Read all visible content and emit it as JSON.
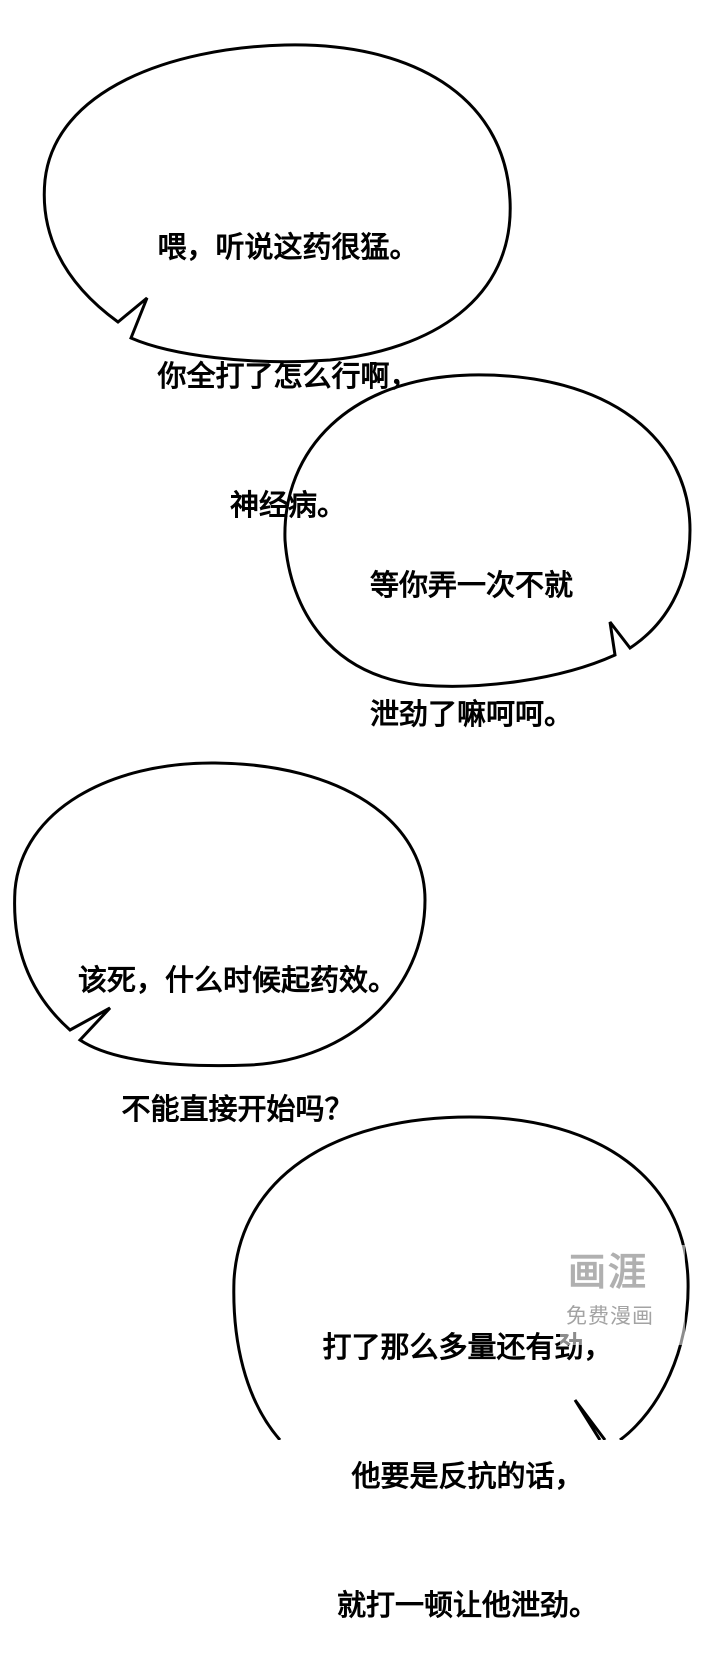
{
  "bubbles": [
    {
      "lines": [
        "喂，听说这药很猛。",
        "你全打了怎么行啊，",
        "神经病。"
      ]
    },
    {
      "lines": [
        "等你弄一次不就",
        "泄劲了嘛呵呵。"
      ]
    },
    {
      "lines": [
        "该死，什么时候起药效。",
        "不能直接开始吗？"
      ]
    },
    {
      "lines": [
        "打了那么多量还有劲，",
        "他要是反抗的话，",
        "就打一顿让他泄劲。"
      ]
    }
  ],
  "watermark": {
    "logo": "画涯",
    "subtitle": "免费漫画"
  },
  "colors": {
    "outline": "#000000",
    "background": "#ffffff"
  }
}
